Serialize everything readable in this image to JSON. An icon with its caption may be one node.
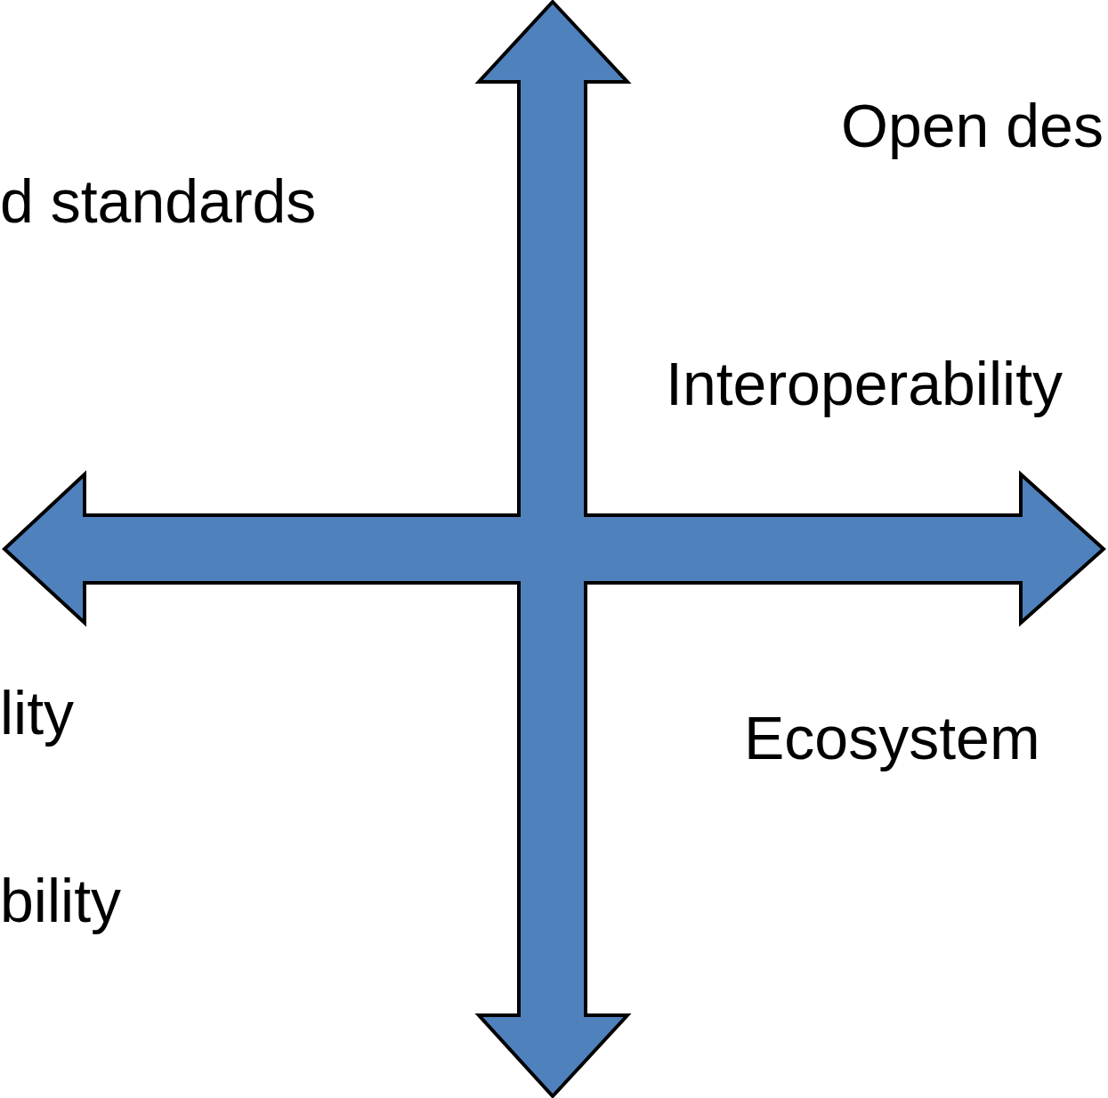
{
  "diagram": {
    "labels": [
      "Open des",
      "d standards",
      "Interoperability",
      "lity",
      "Ecosystem",
      "bility"
    ]
  }
}
